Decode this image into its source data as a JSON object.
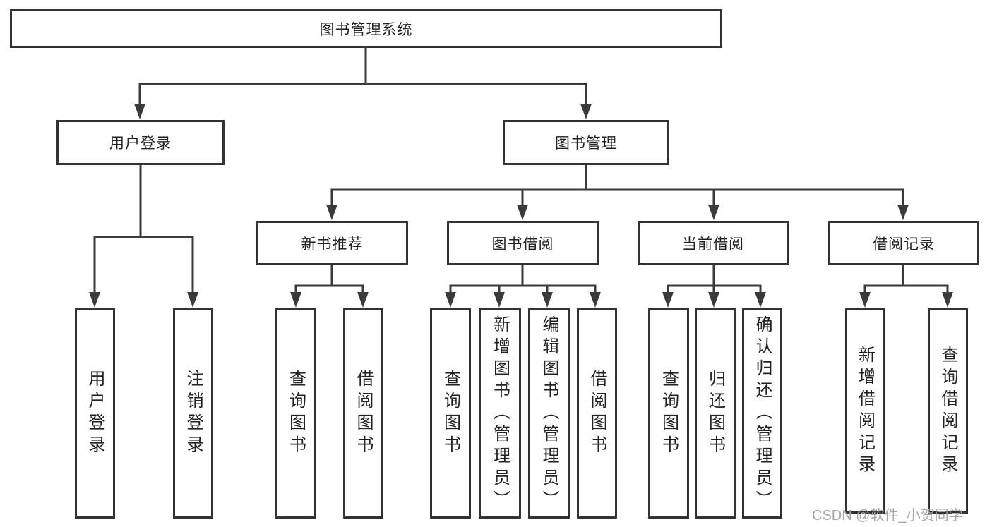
{
  "diagram": {
    "root": {
      "label": "图书管理系统"
    },
    "level2": [
      {
        "label": "用户登录"
      },
      {
        "label": "图书管理"
      }
    ],
    "level3": [
      {
        "label": "新书推荐"
      },
      {
        "label": "图书借阅"
      },
      {
        "label": "当前借阅"
      },
      {
        "label": "借阅记录"
      }
    ],
    "leaves": {
      "user_login": [
        {
          "label": "用户登录"
        },
        {
          "label": "注销登录"
        }
      ],
      "new_book_recommend": [
        {
          "label": "查询图书"
        },
        {
          "label": "借阅图书"
        }
      ],
      "book_borrow": [
        {
          "label": "查询图书"
        },
        {
          "label": "新增图书（管理员）"
        },
        {
          "label": "编辑图书（管理员）"
        },
        {
          "label": "借阅图书"
        }
      ],
      "current_borrow": [
        {
          "label": "查询图书"
        },
        {
          "label": "归还图书"
        },
        {
          "label": "确认归还（管理员）"
        }
      ],
      "borrow_record": [
        {
          "label": "新增借阅记录"
        },
        {
          "label": "查询借阅记录"
        }
      ]
    }
  },
  "watermark": {
    "text": "CSDN @软件_小贺同学"
  },
  "colors": {
    "background": "#ffffff",
    "border": "#333333",
    "line": "#3a3a3a",
    "text": "#222222",
    "watermark": "#a6a6a6"
  }
}
